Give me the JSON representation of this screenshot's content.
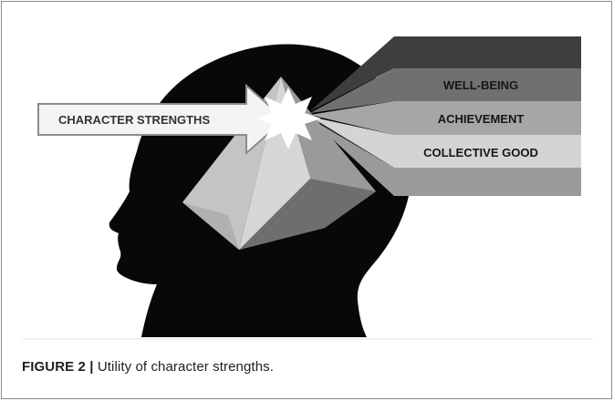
{
  "diagram": {
    "input_label": "CHARACTER STRENGTHS",
    "outputs": [
      "WELL-BEING",
      "ACHIEVEMENT",
      "COLLECTIVE GOOD"
    ]
  },
  "caption": {
    "label": "FIGURE 2 |",
    "text": "Utility of character strengths."
  }
}
